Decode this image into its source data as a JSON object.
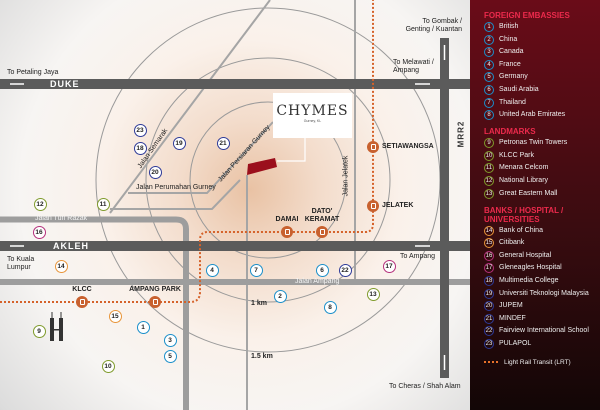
{
  "map": {
    "roads": {
      "duke": "DUKE",
      "akleh": "AKLEH",
      "mrr2": "MRR2",
      "tun_razak": "Jalan Tun Razak",
      "ampang": "Jalan Ampang",
      "semarak": "Jalan Semarak",
      "perumahan_gurney": "Jalan Perumahan Gurney",
      "persiaran_gurney": "Jalan Persiaran Gurney",
      "jelatek": "Jalan Jelatek"
    },
    "directions": {
      "petaling_jaya": "To Petaling Jaya",
      "kuala_lumpur": "To Kuala Lumpur",
      "gombak": "To Gombak / Genting / Kuantan",
      "melawati": "To Melawati / Ampang",
      "ampang": "To Ampang",
      "cheras": "To Cheras / Shah Alam"
    },
    "distances": {
      "one": "1 km",
      "one_half": "1.5 km"
    },
    "stations": {
      "klcc": "KLCC",
      "ampang_park": "AMPANG PARK",
      "damai": "DAMAI",
      "dato_keramat": "DATO' KERAMAT",
      "setiawangsa": "SETIAWANGSA",
      "jelatek": "JELATEK"
    },
    "logo": {
      "name": "CHYMES",
      "sub": "Gurney, KL"
    }
  },
  "colors": {
    "embassy": "#1a8fca",
    "landmark": "#7f9b2c",
    "bank": "#e8953a",
    "hospital": "#b5307c",
    "university": "#2d3a98",
    "lrt": "#c8612f",
    "pin": "#9b0f1c"
  },
  "legend": {
    "sections": [
      {
        "title": "FOREIGN EMBASSIES",
        "items": [
          {
            "n": "1",
            "label": "British",
            "cat": "embassy"
          },
          {
            "n": "2",
            "label": "China",
            "cat": "embassy"
          },
          {
            "n": "3",
            "label": "Canada",
            "cat": "embassy"
          },
          {
            "n": "4",
            "label": "France",
            "cat": "embassy"
          },
          {
            "n": "5",
            "label": "Germany",
            "cat": "embassy"
          },
          {
            "n": "6",
            "label": "Saudi Arabia",
            "cat": "embassy"
          },
          {
            "n": "7",
            "label": "Thailand",
            "cat": "embassy"
          },
          {
            "n": "8",
            "label": "United Arab Emirates",
            "cat": "embassy"
          }
        ]
      },
      {
        "title": "LANDMARKS",
        "items": [
          {
            "n": "9",
            "label": "Petronas Twin Towers",
            "cat": "landmark"
          },
          {
            "n": "10",
            "label": "KLCC Park",
            "cat": "landmark"
          },
          {
            "n": "11",
            "label": "Menara Celcom",
            "cat": "landmark"
          },
          {
            "n": "12",
            "label": "National Library",
            "cat": "landmark"
          },
          {
            "n": "13",
            "label": "Great Eastern Mall",
            "cat": "landmark"
          }
        ]
      },
      {
        "title": "BANKS / HOSPITAL / UNIVERSITIES",
        "items": [
          {
            "n": "14",
            "label": "Bank of China",
            "cat": "bank"
          },
          {
            "n": "15",
            "label": "Citibank",
            "cat": "bank"
          },
          {
            "n": "16",
            "label": "General Hospital",
            "cat": "hospital"
          },
          {
            "n": "17",
            "label": "Gleneagles Hospital",
            "cat": "hospital"
          },
          {
            "n": "18",
            "label": "Multimedia College",
            "cat": "university"
          },
          {
            "n": "19",
            "label": "Universiti Teknologi Malaysia",
            "cat": "university"
          },
          {
            "n": "20",
            "label": "JUPEM",
            "cat": "university"
          },
          {
            "n": "21",
            "label": "MINDEF",
            "cat": "university"
          },
          {
            "n": "22",
            "label": "Fairview International School",
            "cat": "university"
          },
          {
            "n": "23",
            "label": "PULAPOL",
            "cat": "university"
          }
        ]
      }
    ],
    "lrt": "Light Rail Transit (LRT)"
  }
}
